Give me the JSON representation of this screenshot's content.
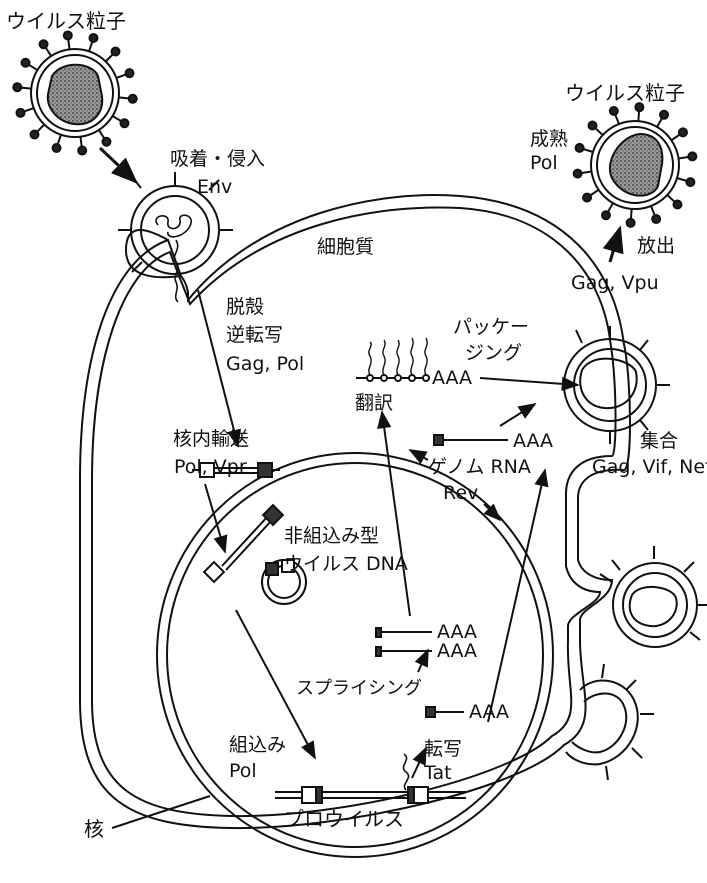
{
  "labels": {
    "virus_particle_top": "ウイルス粒子",
    "adsorption_entry": "吸着・侵入",
    "env": "Env",
    "cytoplasm": "細胞質",
    "virus_particle_right": "ウイルス粒子",
    "maturation": "成熟",
    "pol_mature": "Pol",
    "release": "放出",
    "gag_vpu": "Gag, Vpu",
    "uncoating": "脱殻",
    "reverse_transcription": "逆転写",
    "gag_pol": "Gag, Pol",
    "packaging_1": "パッケー",
    "packaging_2": "ジング",
    "aaa_translation": "AAA",
    "translation": "翻訳",
    "nuclear_import": "核内輸送",
    "pol_vpr": "Pol, Vpr",
    "aaa_genome": "AAA",
    "genome_rna": "ゲノム RNA",
    "assembly": "集合",
    "gag_vif_nef": "Gag, Vif, Nef",
    "rev": "Rev",
    "unintegrated_1": "非組込み型",
    "unintegrated_2": "ウイルス DNA",
    "aaa_spliced_1": "AAA",
    "aaa_spliced_2": "AAA",
    "splicing": "スプライシング",
    "aaa_unspliced": "AAA",
    "integration": "組込み",
    "pol_integration": "Pol",
    "transcription": "転写",
    "tat": "Tat",
    "provirus": "プロウイルス",
    "nucleus": "核"
  }
}
